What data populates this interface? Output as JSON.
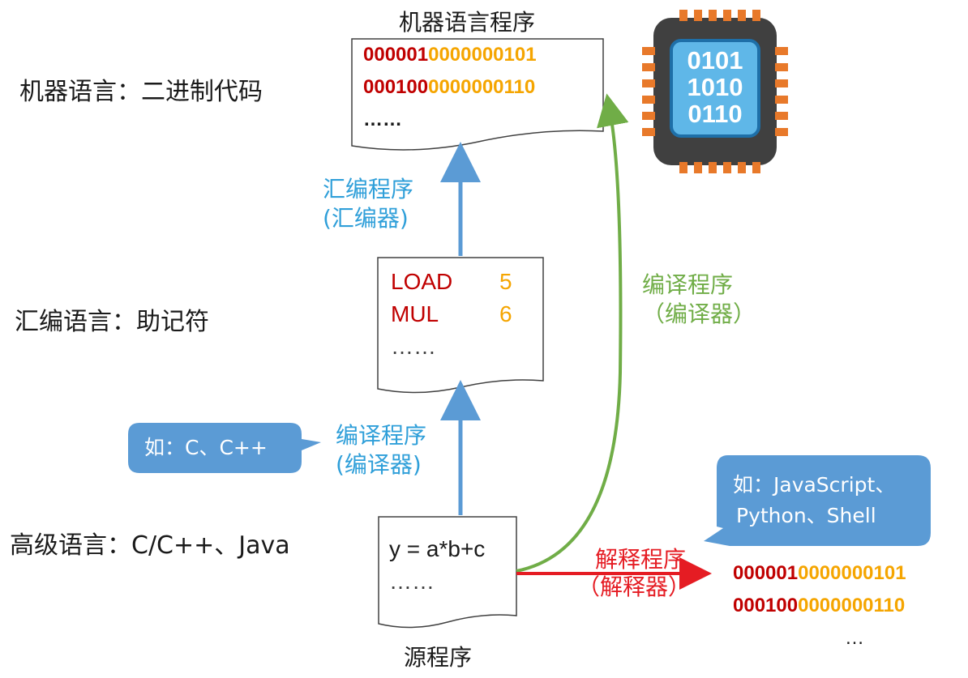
{
  "levels": {
    "machine": "机器语言：二进制代码",
    "assembly": "汇编语言：助记符",
    "high": "高级语言：C/C++、Java"
  },
  "machine_program": {
    "title": "机器语言程序",
    "line1_op": "000001",
    "line1_addr": "0000000101",
    "line2_op": "000100",
    "line2_addr": "0000000110",
    "more": "……"
  },
  "assembly_program": {
    "line1_op": "LOAD",
    "line1_arg": "5",
    "line2_op": "MUL",
    "line2_arg": "6",
    "more": "……"
  },
  "source_program": {
    "title": "源程序",
    "line1": "y = a*b+c",
    "more": "……"
  },
  "translators": {
    "assembler_line1": "汇编程序",
    "assembler_line2": "(汇编器)",
    "compiler_left_line1": "编译程序",
    "compiler_left_line2": "(编译器)",
    "compiler_right_line1": "编译程序",
    "compiler_right_line2": "（编译器）",
    "interpreter_line1": "解释程序",
    "interpreter_line2": "（解释器）"
  },
  "callouts": {
    "compiled_langs": "如：C、C++",
    "interpreted_langs_line1": "如：JavaScript、",
    "interpreted_langs_line2": "Python、Shell"
  },
  "interpreter_output": {
    "line1_op": "000001",
    "line1_addr": "0000000101",
    "line2_op": "000100",
    "line2_addr": "0000000110",
    "more": "…"
  },
  "chip": {
    "row1": "0101",
    "row2": "1010",
    "row3": "0110"
  },
  "colors": {
    "opcode": "#c00000",
    "address": "#f5a500",
    "assembler_arrow": "#5b9bd5",
    "compiler_arrow": "#70ad47",
    "interpreter_arrow": "#e51c23",
    "callout_fill": "#5b9bd5",
    "chip_body": "#404040",
    "chip_pins": "#e8792a",
    "chip_core": "#5fb7e8"
  }
}
